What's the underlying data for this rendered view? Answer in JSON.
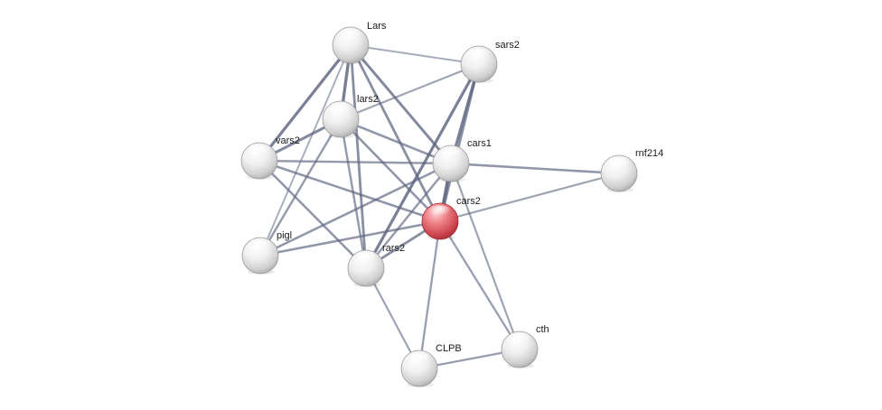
{
  "network": {
    "query_protein": "cars2",
    "colors": {
      "edge": "#5d6580",
      "node_default": "#e0e0e0",
      "node_query": "#d9474f",
      "label": "#1a1a1a",
      "background": "#ffffff"
    },
    "nodes": [
      {
        "id": "Lars",
        "label": "Lars",
        "query": false
      },
      {
        "id": "sars2",
        "label": "sars2",
        "query": false
      },
      {
        "id": "lars2",
        "label": "lars2",
        "query": false
      },
      {
        "id": "vars2",
        "label": "vars2",
        "query": false
      },
      {
        "id": "cars1",
        "label": "cars1",
        "query": false
      },
      {
        "id": "rnf214",
        "label": "rnf214",
        "query": false
      },
      {
        "id": "cars2",
        "label": "cars2",
        "query": true
      },
      {
        "id": "pigl",
        "label": "pigl",
        "query": false
      },
      {
        "id": "rars2",
        "label": "rars2",
        "query": false
      },
      {
        "id": "cth",
        "label": "cth",
        "query": false
      },
      {
        "id": "CLPB",
        "label": "CLPB",
        "query": false
      }
    ],
    "edges": [
      {
        "source": "Lars",
        "target": "sars2",
        "strength": 0.35
      },
      {
        "source": "Lars",
        "target": "lars2",
        "strength": 0.9
      },
      {
        "source": "Lars",
        "target": "vars2",
        "strength": 0.85
      },
      {
        "source": "Lars",
        "target": "cars1",
        "strength": 0.75
      },
      {
        "source": "Lars",
        "target": "cars2",
        "strength": 0.7
      },
      {
        "source": "Lars",
        "target": "rars2",
        "strength": 0.7
      },
      {
        "source": "Lars",
        "target": "pigl",
        "strength": 0.35
      },
      {
        "source": "sars2",
        "target": "lars2",
        "strength": 0.45
      },
      {
        "source": "sars2",
        "target": "cars1",
        "strength": 0.85
      },
      {
        "source": "sars2",
        "target": "rars2",
        "strength": 0.85
      },
      {
        "source": "sars2",
        "target": "cars2",
        "strength": 0.7
      },
      {
        "source": "lars2",
        "target": "vars2",
        "strength": 0.75
      },
      {
        "source": "lars2",
        "target": "cars1",
        "strength": 0.6
      },
      {
        "source": "lars2",
        "target": "cars2",
        "strength": 0.6
      },
      {
        "source": "lars2",
        "target": "rars2",
        "strength": 0.55
      },
      {
        "source": "lars2",
        "target": "pigl",
        "strength": 0.55
      },
      {
        "source": "vars2",
        "target": "cars1",
        "strength": 0.55
      },
      {
        "source": "vars2",
        "target": "cars2",
        "strength": 0.6
      },
      {
        "source": "vars2",
        "target": "rars2",
        "strength": 0.6
      },
      {
        "source": "cars1",
        "target": "cars2",
        "strength": 1.0
      },
      {
        "source": "cars1",
        "target": "rnf214",
        "strength": 0.6
      },
      {
        "source": "cars1",
        "target": "pigl",
        "strength": 0.6
      },
      {
        "source": "cars1",
        "target": "rars2",
        "strength": 0.55
      },
      {
        "source": "cars1",
        "target": "cth",
        "strength": 0.45
      },
      {
        "source": "cars2",
        "target": "rnf214",
        "strength": 0.45
      },
      {
        "source": "cars2",
        "target": "pigl",
        "strength": 0.6
      },
      {
        "source": "cars2",
        "target": "rars2",
        "strength": 0.7
      },
      {
        "source": "cars2",
        "target": "CLPB",
        "strength": 0.5
      },
      {
        "source": "cars2",
        "target": "cth",
        "strength": 0.5
      },
      {
        "source": "rars2",
        "target": "CLPB",
        "strength": 0.45
      },
      {
        "source": "CLPB",
        "target": "cth",
        "strength": 0.5
      }
    ]
  }
}
